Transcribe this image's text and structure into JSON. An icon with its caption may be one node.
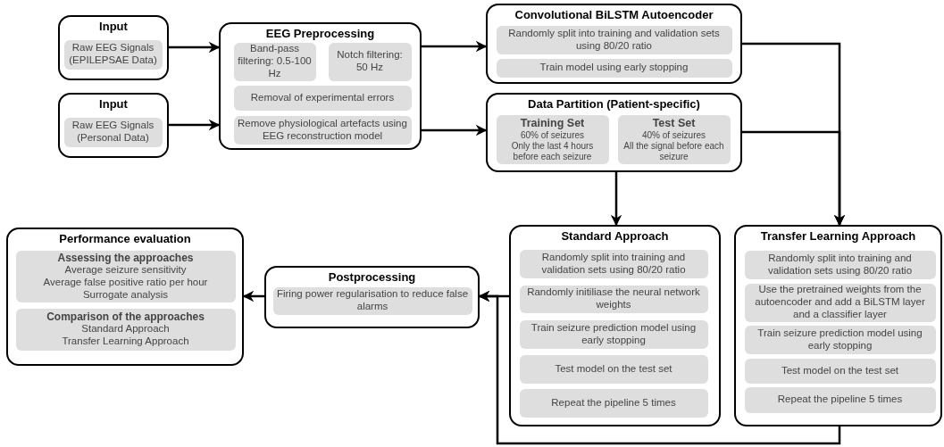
{
  "diagram": {
    "nodes": [
      {
        "text": [
          "Input"
        ]
      },
      {
        "text": [
          "Raw EEG Signals (EPILEPSAE Data)"
        ],
        "in": 0
      },
      {
        "text": [
          "Input"
        ]
      },
      {
        "text": [
          "Raw EEG Signals (Personal Data)"
        ],
        "in": 2
      },
      {
        "text": [
          "EEG Preprocessing"
        ]
      },
      {
        "text": [
          "Band-pass filtering: 0.5-100 Hz"
        ],
        "in": 4
      },
      {
        "text": [
          "Notch filtering: 50 Hz"
        ],
        "in": 4
      },
      {
        "text": [
          "Removal of experimental errors"
        ],
        "in": 4
      },
      {
        "text": [
          "Remove physiological artefacts using EEG reconstruction model"
        ],
        "in": 4
      },
      {
        "text": [
          "Convolutional BiLSTM Autoencoder"
        ]
      },
      {
        "text": [
          "Randomly split into training and validation sets using 80/20 ratio"
        ],
        "in": 9
      },
      {
        "text": [
          "Train model using early stopping"
        ],
        "in": 9
      },
      {
        "text": [
          "Data Partition (Patient-specific)"
        ]
      },
      {
        "text": [
          "Training Set",
          "60% of seizures",
          "Only the last 4 hours before each seizure"
        ],
        "in": 12
      },
      {
        "text": [
          "Test Set",
          "40% of seizures",
          "All the signal before each seizure"
        ],
        "in": 12
      },
      {
        "text": [
          "Standard Approach"
        ]
      },
      {
        "text": [
          "Randomly split into training and validation sets using 80/20 ratio"
        ],
        "in": 15
      },
      {
        "text": [
          "Randomly initiliase the neural network weights"
        ],
        "in": 15
      },
      {
        "text": [
          "Train seizure prediction model using early stopping"
        ],
        "in": 15
      },
      {
        "text": [
          "Test model on the test set"
        ],
        "in": 15
      },
      {
        "text": [
          "Repeat the pipeline 5 times"
        ],
        "in": 15
      },
      {
        "text": [
          "Transfer Learning Approach"
        ]
      },
      {
        "text": [
          "Randomly split into training and validation sets using 80/20 ratio"
        ],
        "in": 21
      },
      {
        "text": [
          "Use the pretrained weights from the autoencoder and add a BiLSTM layer and a classifier layer"
        ],
        "in": 21
      },
      {
        "text": [
          "Train seizure prediction model using early stopping"
        ],
        "in": 21
      },
      {
        "text": [
          "Test model on the test set"
        ],
        "in": 21
      },
      {
        "text": [
          "Repeat the pipeline 5 times"
        ],
        "in": 21
      },
      {
        "text": [
          "Postprocessing"
        ]
      },
      {
        "text": [
          "Firing power regularisation to reduce false alarms"
        ],
        "in": 27
      },
      {
        "text": [
          "Performance evaluation"
        ]
      },
      {
        "text": [
          "Assessing the approaches",
          "Average seizure sensitivity",
          "Average false positive ratio per hour",
          "Surrogate analysis"
        ],
        "in": 29
      },
      {
        "text": [
          "Comparison of the approaches",
          "Standard Approach",
          "Transfer Learning Approach"
        ],
        "in": 29
      }
    ],
    "edges": [
      {
        "from": 0,
        "to": 4,
        "arrow": "to"
      },
      {
        "from": 2,
        "to": 4,
        "arrow": "to"
      },
      {
        "from": 4,
        "to": 9,
        "arrow": "to"
      },
      {
        "from": 4,
        "to": 12,
        "arrow": "to"
      },
      {
        "from": 12,
        "to": 15,
        "arrow": "to"
      },
      {
        "from": 9,
        "to": 21,
        "arrow": "to"
      },
      {
        "from": 12,
        "to": 21,
        "arrow": "to"
      },
      {
        "from": 15,
        "to": 27,
        "arrow": "to"
      },
      {
        "from": 21,
        "to": 27,
        "arrow": "to"
      },
      {
        "from": 27,
        "to": 29,
        "arrow": "to"
      }
    ]
  }
}
